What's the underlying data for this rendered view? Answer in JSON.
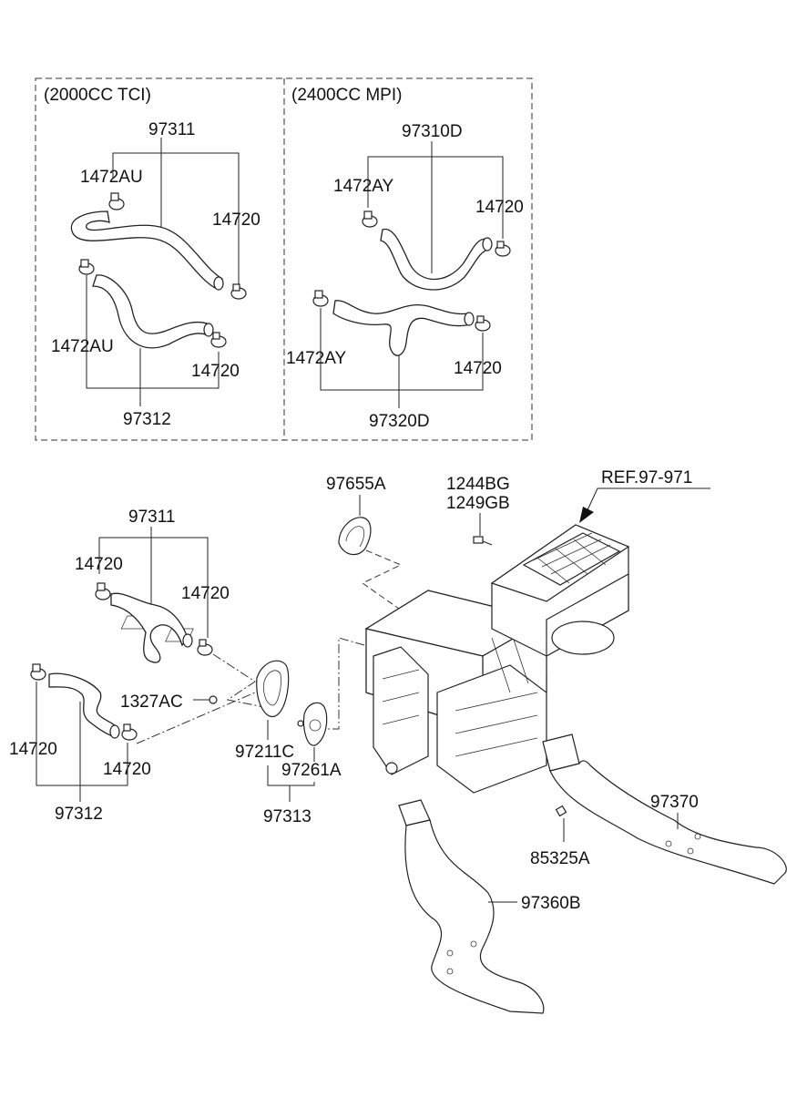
{
  "boxes": {
    "left_title": "(2000CC TCI)",
    "right_title": "(2400CC MPI)"
  },
  "labels": {
    "tci_97311": "97311",
    "tci_1472AU_top": "1472AU",
    "tci_14720_top": "14720",
    "tci_1472AU_bot": "1472AU",
    "tci_14720_bot": "14720",
    "tci_97312": "97312",
    "mpi_97310D": "97310D",
    "mpi_1472AY_top": "1472AY",
    "mpi_14720_top": "14720",
    "mpi_1472AY_bot": "1472AY",
    "mpi_14720_bot": "14720",
    "mpi_97320D": "97320D",
    "ref": "REF.97-971",
    "p97655A": "97655A",
    "p1244BG": "1244BG",
    "p1249GB": "1249GB",
    "main_97311": "97311",
    "main_14720_a": "14720",
    "main_14720_b": "14720",
    "p1327AC": "1327AC",
    "main_14720_c": "14720",
    "main_14720_d": "14720",
    "main_97312": "97312",
    "p97211C": "97211C",
    "p97261A": "97261A",
    "p97313": "97313",
    "p97370": "97370",
    "p85325A": "85325A",
    "p97360B": "97360B"
  }
}
